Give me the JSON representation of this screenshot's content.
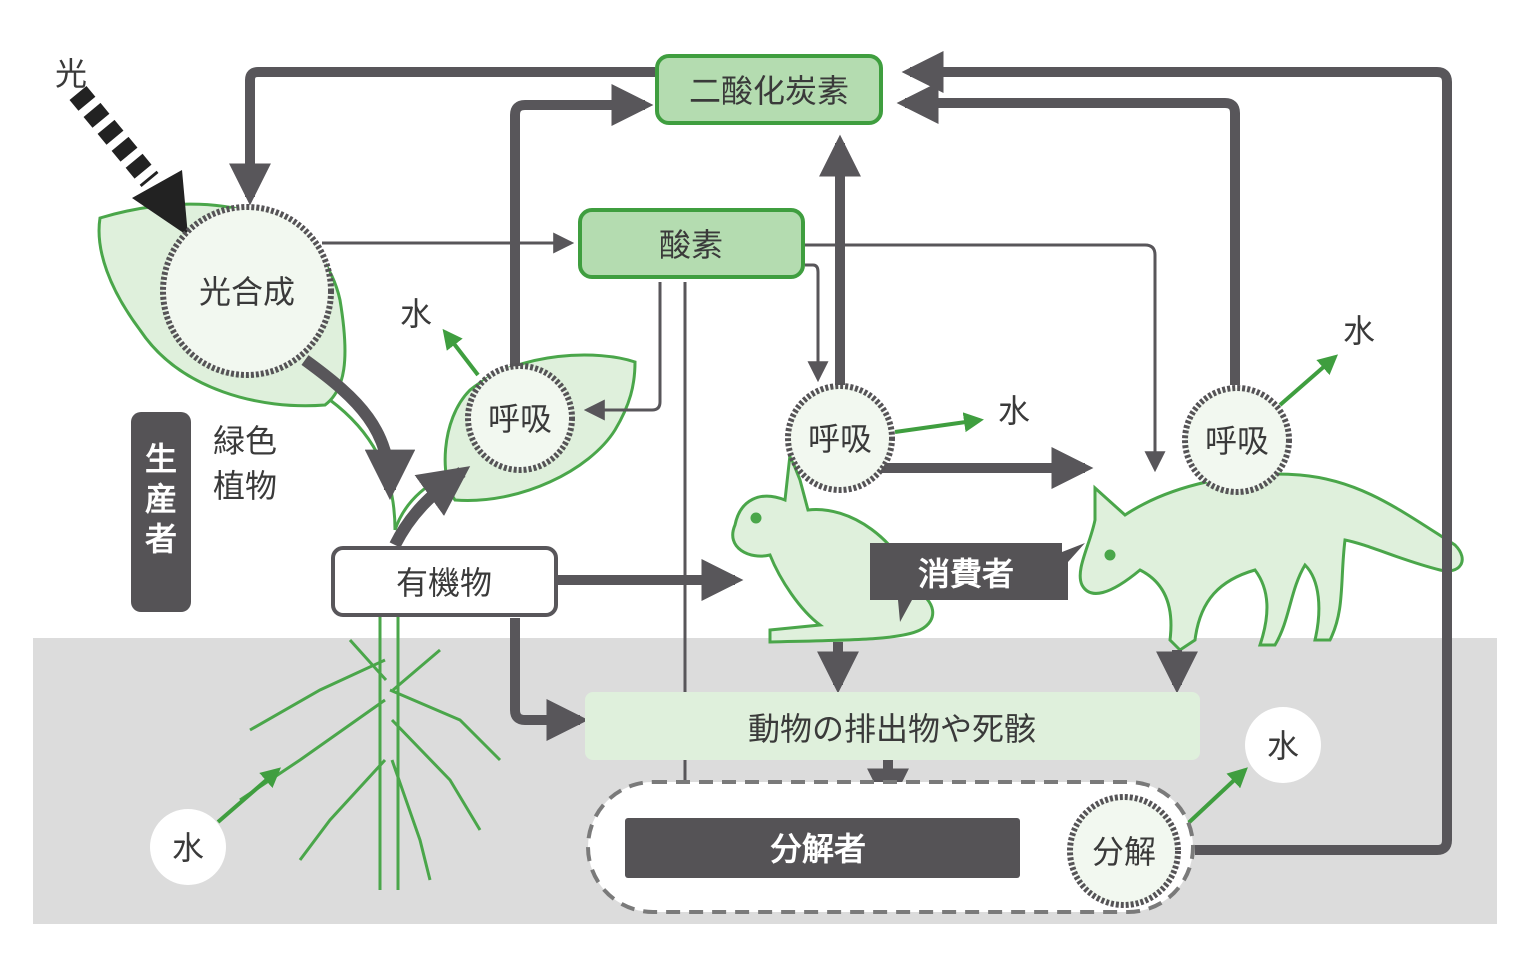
{
  "labels": {
    "light": "光",
    "co2": "二酸化炭素",
    "oxygen": "酸素",
    "photosynthesis": "光合成",
    "green_plant_line1": "緑色",
    "green_plant_line2": "植物",
    "producer": "生産者",
    "organic": "有機物",
    "respiration": "呼吸",
    "water": "水",
    "consumer": "消費者",
    "remains": "動物の排出物や死骸",
    "decomposer": "分解者",
    "decomposition": "分解"
  },
  "colors": {
    "dark_arrow": "#58565a",
    "green_arrow": "#3f9e3f",
    "green_fill": "#b4dcb0",
    "pale_green": "#dff0dc",
    "ground": "#dcdcdc",
    "dark_badge": "#555356",
    "outline_green": "#4aa64a"
  }
}
